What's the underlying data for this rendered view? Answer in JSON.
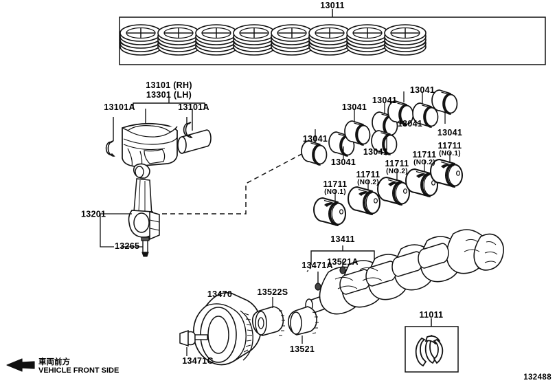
{
  "diagram": {
    "doc_number": "132488",
    "front_side_note": {
      "japanese": "車両前方",
      "english": "VEHICLE FRONT SIDE",
      "arrow_icon": "arrow-left-icon"
    },
    "boxes": {
      "ring_set": {
        "part_no": "13011",
        "count": 8
      },
      "thrust_washer": {
        "part_no": "11011"
      }
    },
    "piston_group": {
      "main_rh": "13101 (RH)",
      "main_lh": "13301 (LH)",
      "clip_left": "13101A",
      "clip_right": "13101A"
    },
    "conrod_group": {
      "rod": "13201",
      "bolt": "13265"
    },
    "rod_bearings": {
      "part_no": "13041",
      "labels": [
        "13041",
        "13041",
        "13041",
        "13041",
        "13041",
        "13041",
        "13041",
        "13041"
      ]
    },
    "main_bearings": [
      {
        "part_no": "11711",
        "note": "(NO.1)"
      },
      {
        "part_no": "11711",
        "note": "(NO.2)"
      },
      {
        "part_no": "11711",
        "note": "(NO.2)"
      },
      {
        "part_no": "11711",
        "note": "(NO.2)"
      },
      {
        "part_no": "11711",
        "note": "(NO.1)"
      }
    ],
    "crankshaft_group": {
      "crankshaft": "13411",
      "key_a": "13471A",
      "key_b": "13521A"
    },
    "pulley_group": {
      "pulley": "13470",
      "sprocket_s": "13522S",
      "sprocket": "13521",
      "bolt": "13471C"
    },
    "colors": {
      "line": "#1a1a1a",
      "fill": "#ffffff",
      "text": "#000000"
    }
  }
}
